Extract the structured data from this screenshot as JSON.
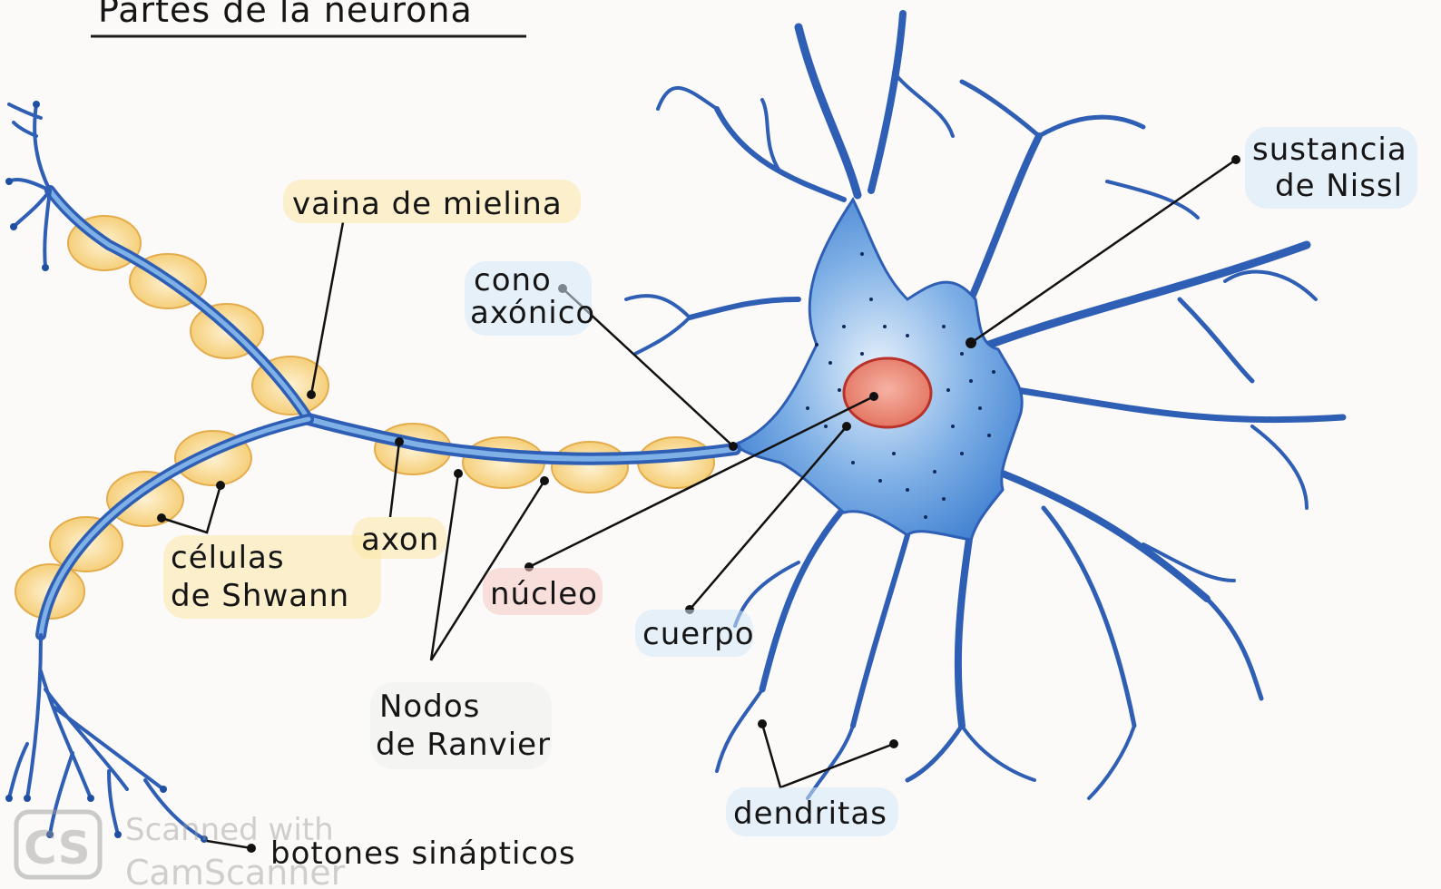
{
  "title": "Partes de la neurona",
  "labels": {
    "vaina_de_mielina": "vaina de mielina",
    "cono_axonico_1": "cono",
    "cono_axonico_2": "axónico",
    "sustancia_nissl_1": "sustancia",
    "sustancia_nissl_2": "de Nissl",
    "celulas_shwann_1": "células",
    "celulas_shwann_2": "de Shwann",
    "axon": "axon",
    "nucleo": "núcleo",
    "cuerpo": "cuerpo",
    "nodos_ranvier_1": "Nodos",
    "nodos_ranvier_2": "de Ranvier",
    "dendritas": "dendritas",
    "botones_sinapticos": "botones sinápticos"
  },
  "watermark": {
    "logo": "CS",
    "text_1": "Scanned with",
    "text_2": "CamScanner"
  },
  "colors": {
    "neuron_blue": "#3f7fd0",
    "neuron_dark": "#1f4fa0",
    "myelin": "#f3c35a",
    "nucleus": "#e2705c",
    "label_highlight_yellow": "#fbe7a6",
    "label_highlight_blue": "#d5e7f7",
    "label_highlight_pink": "#f6c9c4"
  }
}
